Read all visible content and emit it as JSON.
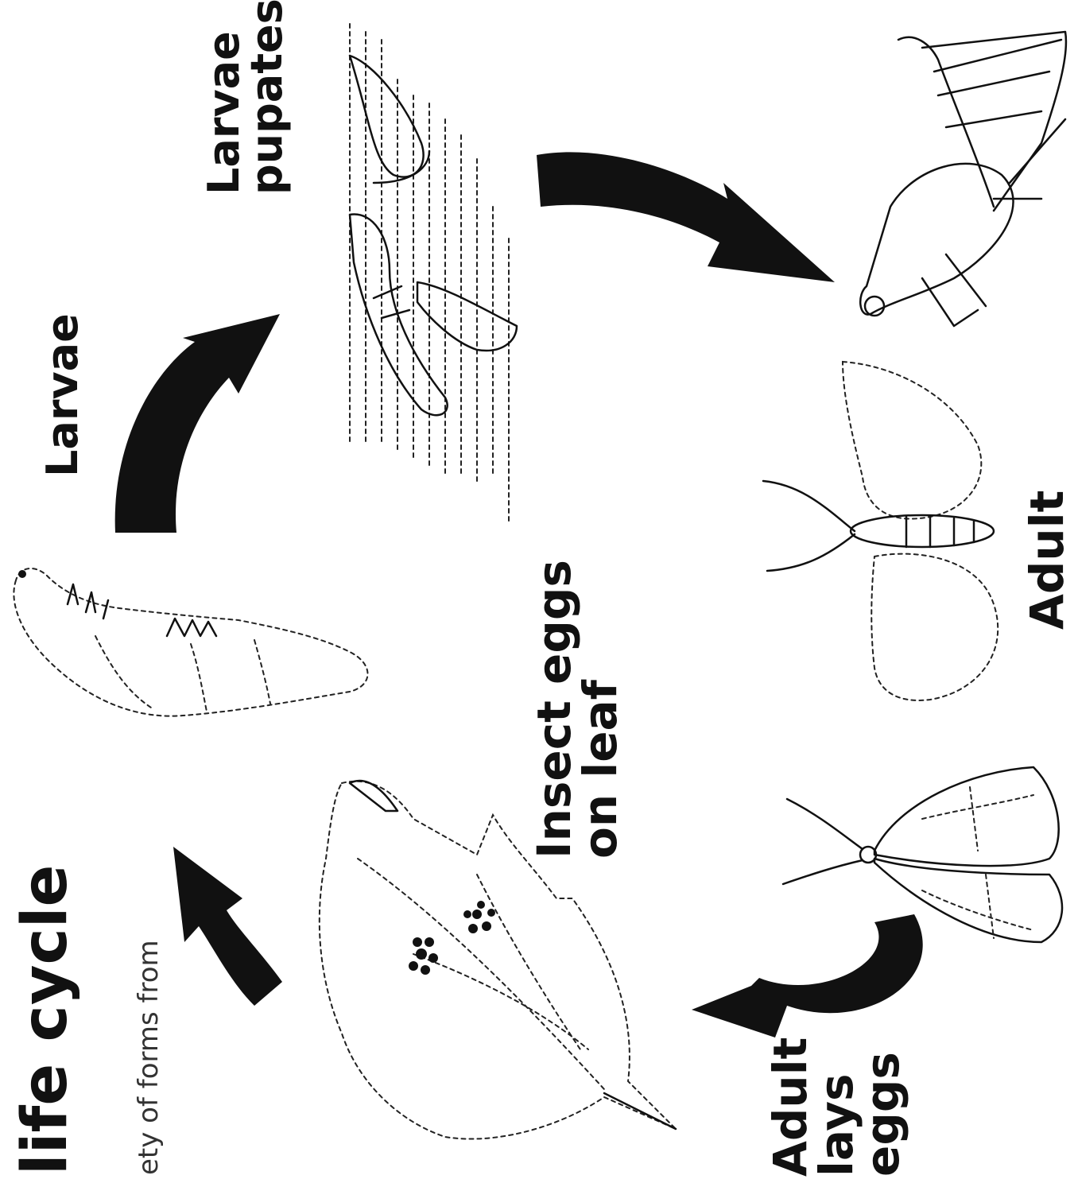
{
  "title": {
    "text": "life cycle",
    "subtitle": "ety of forms from"
  },
  "stages": {
    "larvae": "Larvae",
    "larvae_pupates": [
      "Larvae",
      "pupates"
    ],
    "adult": "Adult",
    "insect_eggs_on_leaf": [
      "Insect eggs",
      "on leaf"
    ],
    "adult_lays_eggs": [
      "Adult",
      "lays",
      "eggs"
    ]
  },
  "colors": {
    "ink": "#111111",
    "background": "#ffffff"
  },
  "icons": [
    "caterpillar-icon",
    "pupae-in-soil-icon",
    "grasshopper-icon",
    "moth-spread-icon",
    "moth-resting-icon",
    "leaf-with-eggs-icon"
  ]
}
